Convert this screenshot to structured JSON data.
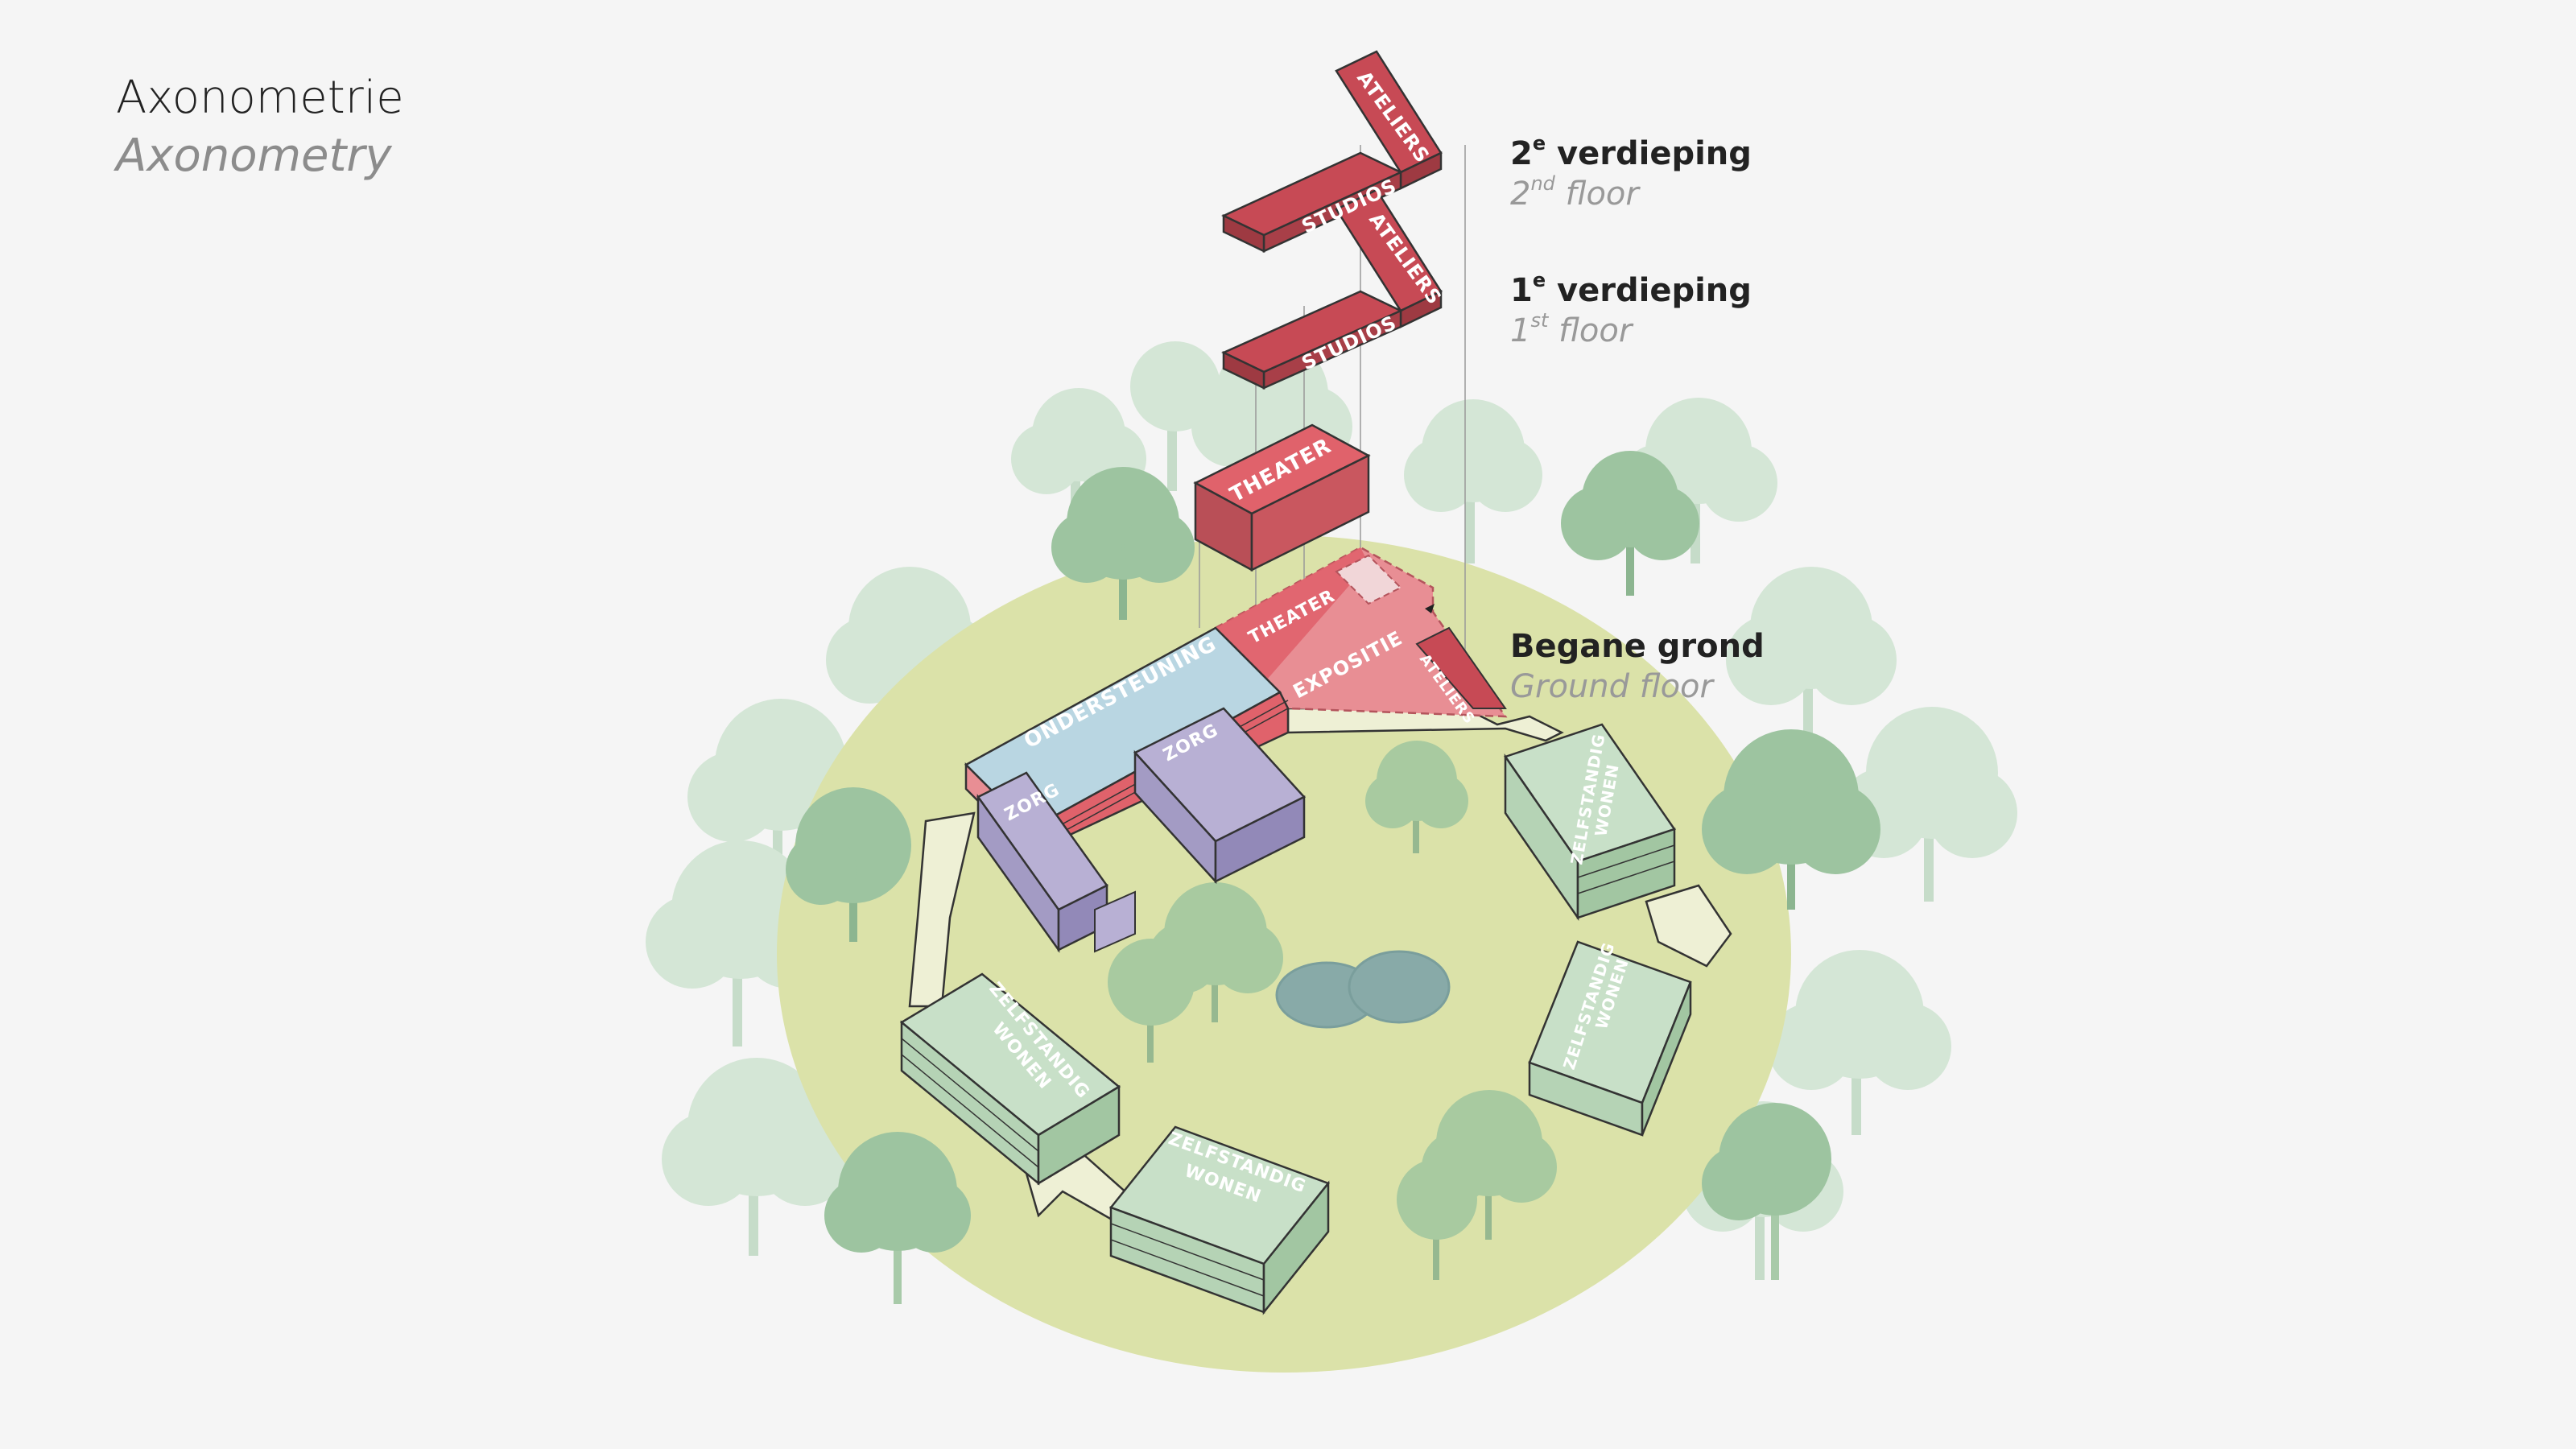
{
  "title": {
    "primary": "Axonometrie",
    "secondary": "Axonometry"
  },
  "floors": {
    "second": {
      "num": "2",
      "sup": "e",
      "label": " verdieping",
      "en_num": "2",
      "en_sup": "nd",
      "en_label": " floor"
    },
    "first": {
      "num": "1",
      "sup": "e",
      "label": " verdieping",
      "en_num": "1",
      "en_sup": "st",
      "en_label": " floor"
    },
    "ground": {
      "label": "Begane grond",
      "en_label": "Ground floor"
    }
  },
  "buildings": {
    "ateliers": "ATELIERS",
    "studios": "STUDIOS",
    "theater": "THEATER",
    "expositie": "EXPOSITIE",
    "ondersteuning": "ONDERSTEUNING",
    "zorg": "ZORG",
    "zelfstandig": "ZELFSTANDIG",
    "wonen": "WONEN"
  },
  "colors": {
    "background": "#f5f5f5",
    "site": "#dbe2a9",
    "tree_light": "#d4e6d6",
    "tree_dark": "#9dc4a0",
    "studios_red": "#c74a55",
    "theater_red": "#e0626b",
    "ground_pink": "#e88e94",
    "support_blue": "#b9d6e2",
    "care_purple": "#b8b0d4",
    "housing_green": "#c8e0c8",
    "path": "#eef0d5",
    "pond": "#88aaa8"
  }
}
